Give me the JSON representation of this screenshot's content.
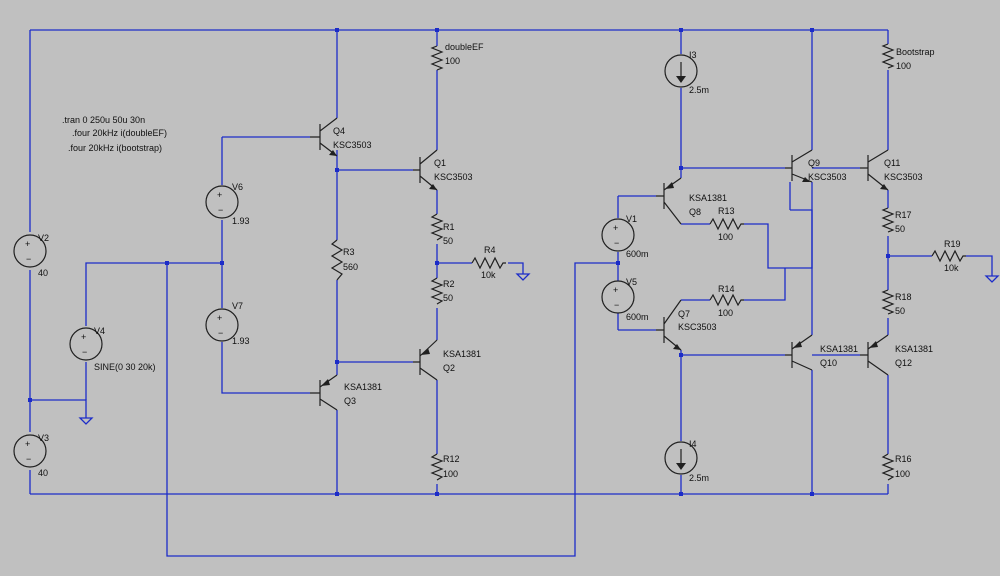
{
  "colors": {
    "background": "#c0c0c0",
    "wire": "#1c2cc8",
    "component": "#202020",
    "text": "#101010"
  },
  "directives": [
    ".tran 0 250u 50u 30n",
    ".four 20kHz i(doubleEF)",
    ".four 20kHz i(bootstrap)"
  ],
  "sources": {
    "V2": {
      "name": "V2",
      "value": "40"
    },
    "V3": {
      "name": "V3",
      "value": "40"
    },
    "V4": {
      "name": "V4",
      "value": "SINE(0 30 20k)"
    },
    "V6": {
      "name": "V6",
      "value": "1.93"
    },
    "V7": {
      "name": "V7",
      "value": "1.93"
    },
    "V1": {
      "name": "V1",
      "value": "600m"
    },
    "V5": {
      "name": "V5",
      "value": "600m"
    },
    "I3": {
      "name": "I3",
      "value": "2.5m"
    },
    "I4": {
      "name": "I4",
      "value": "2.5m"
    }
  },
  "resistors": {
    "doubleEF": {
      "name": "doubleEF",
      "value": "100"
    },
    "Bootstrap": {
      "name": "Bootstrap",
      "value": "100"
    },
    "R1": {
      "name": "R1",
      "value": "50"
    },
    "R2": {
      "name": "R2",
      "value": "50"
    },
    "R3": {
      "name": "R3",
      "value": "560"
    },
    "R4": {
      "name": "R4",
      "value": "10k"
    },
    "R12": {
      "name": "R12",
      "value": "100"
    },
    "R13": {
      "name": "R13",
      "value": "100"
    },
    "R14": {
      "name": "R14",
      "value": "100"
    },
    "R16": {
      "name": "R16",
      "value": "100"
    },
    "R17": {
      "name": "R17",
      "value": "50"
    },
    "R18": {
      "name": "R18",
      "value": "50"
    },
    "R19": {
      "name": "R19",
      "value": "10k"
    }
  },
  "transistors": {
    "Q1": {
      "name": "Q1",
      "model": "KSC3503"
    },
    "Q2": {
      "name": "Q2",
      "model": "KSA1381"
    },
    "Q3": {
      "name": "Q3",
      "model": "KSA1381"
    },
    "Q4": {
      "name": "Q4",
      "model": "KSC3503"
    },
    "Q7": {
      "name": "Q7",
      "model": "KSC3503"
    },
    "Q8": {
      "name": "Q8",
      "model": "KSA1381"
    },
    "Q9": {
      "name": "Q9",
      "model": "KSC3503"
    },
    "Q10": {
      "name": "Q10",
      "model": "KSA1381"
    },
    "Q11": {
      "name": "Q11",
      "model": "KSC3503"
    },
    "Q12": {
      "name": "Q12",
      "model": "KSA1381"
    }
  }
}
